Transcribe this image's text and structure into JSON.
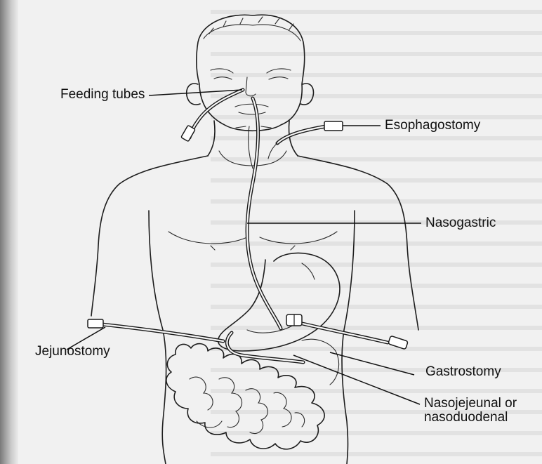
{
  "labels": {
    "feeding_tubes": "Feeding tubes",
    "esophagostomy": "Esophagostomy",
    "nasogastric": "Nasogastric",
    "jejunostomy": "Jejunostomy",
    "gastrostomy": "Gastrostomy",
    "nasojejeunal_line1": "Nasojejeunal or",
    "nasojejeunal_line2": "nasoduodenal"
  }
}
